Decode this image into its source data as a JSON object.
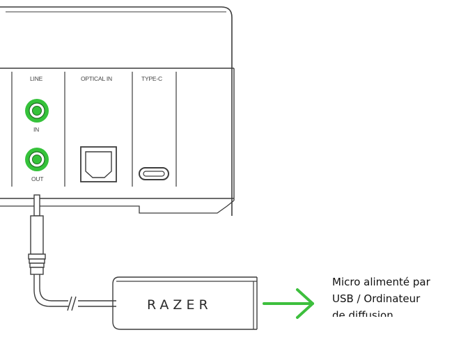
{
  "ports": {
    "line_label": "LINE",
    "in_label": "IN",
    "out_label": "OUT",
    "optical_label": "OPTICAL IN",
    "typec_label": "TYPE-C"
  },
  "adapter": {
    "logo": "RAZER"
  },
  "caption": {
    "line1": "Micro alimenté par",
    "line2": "USB / Ordinateur",
    "line3": "de diffusion"
  },
  "colors": {
    "jack_green": "#35c23a",
    "arrow_green": "#3dbf3d",
    "outline": "#3c3c3c"
  }
}
